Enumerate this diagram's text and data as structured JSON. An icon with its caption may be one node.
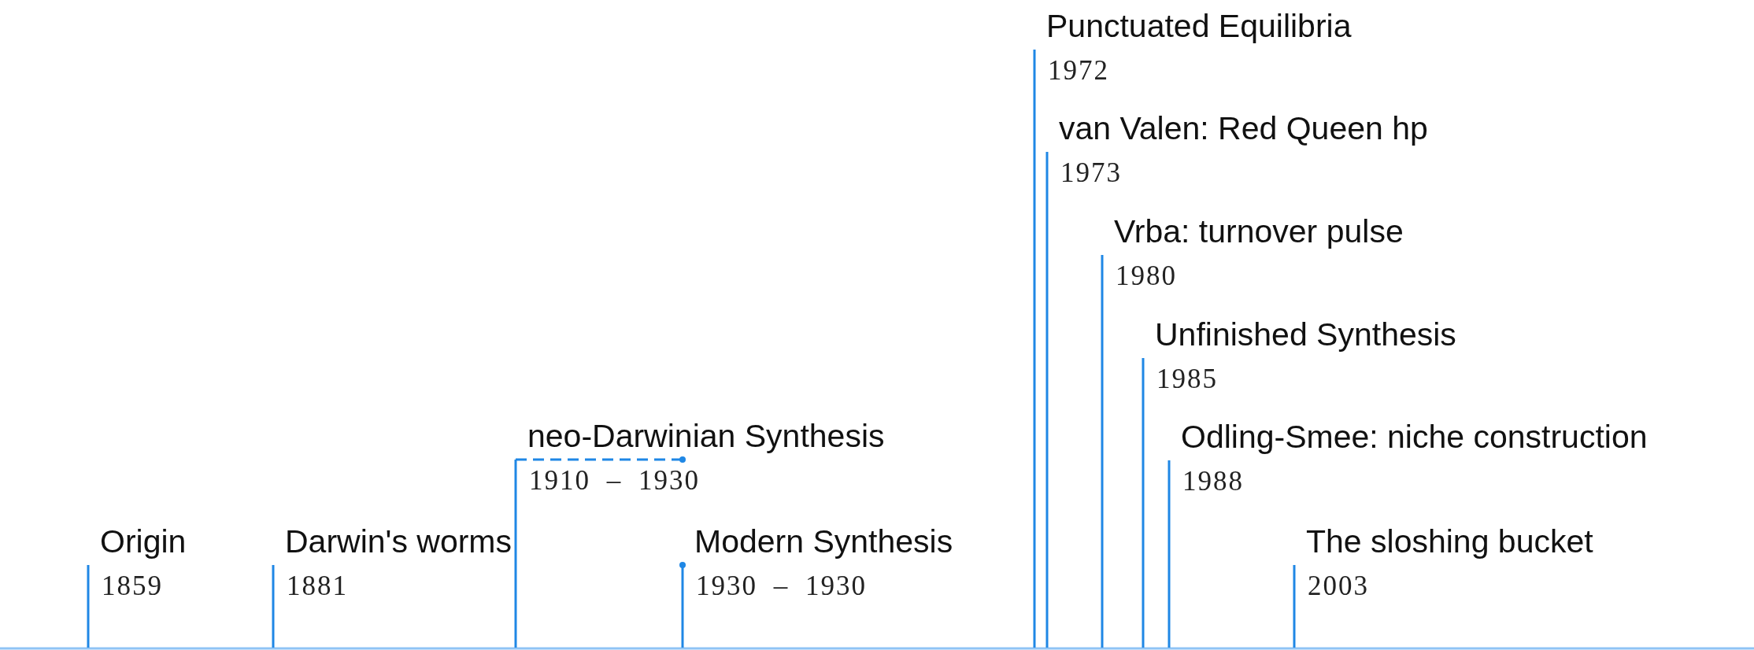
{
  "diagram": {
    "nodes": [
      {
        "text": [
          "Origin",
          "1859"
        ]
      },
      {
        "text": [
          "Darwin's worms",
          "1881"
        ]
      },
      {
        "text": [
          "neo-Darwinian Synthesis",
          "1910 – 1930"
        ]
      },
      {
        "text": [
          "Modern Synthesis",
          "1930 – 1930"
        ]
      },
      {
        "text": [
          "Punctuated Equilibria",
          "1972"
        ]
      },
      {
        "text": [
          "van Valen: Red Queen hp",
          "1973"
        ]
      },
      {
        "text": [
          "Vrba: turnover pulse",
          "1980"
        ]
      },
      {
        "text": [
          "Unfinished Synthesis",
          "1985"
        ]
      },
      {
        "text": [
          "Odling-Smee: niche construction",
          "1988"
        ]
      },
      {
        "text": [
          "The sloshing bucket",
          "2003"
        ]
      }
    ]
  }
}
